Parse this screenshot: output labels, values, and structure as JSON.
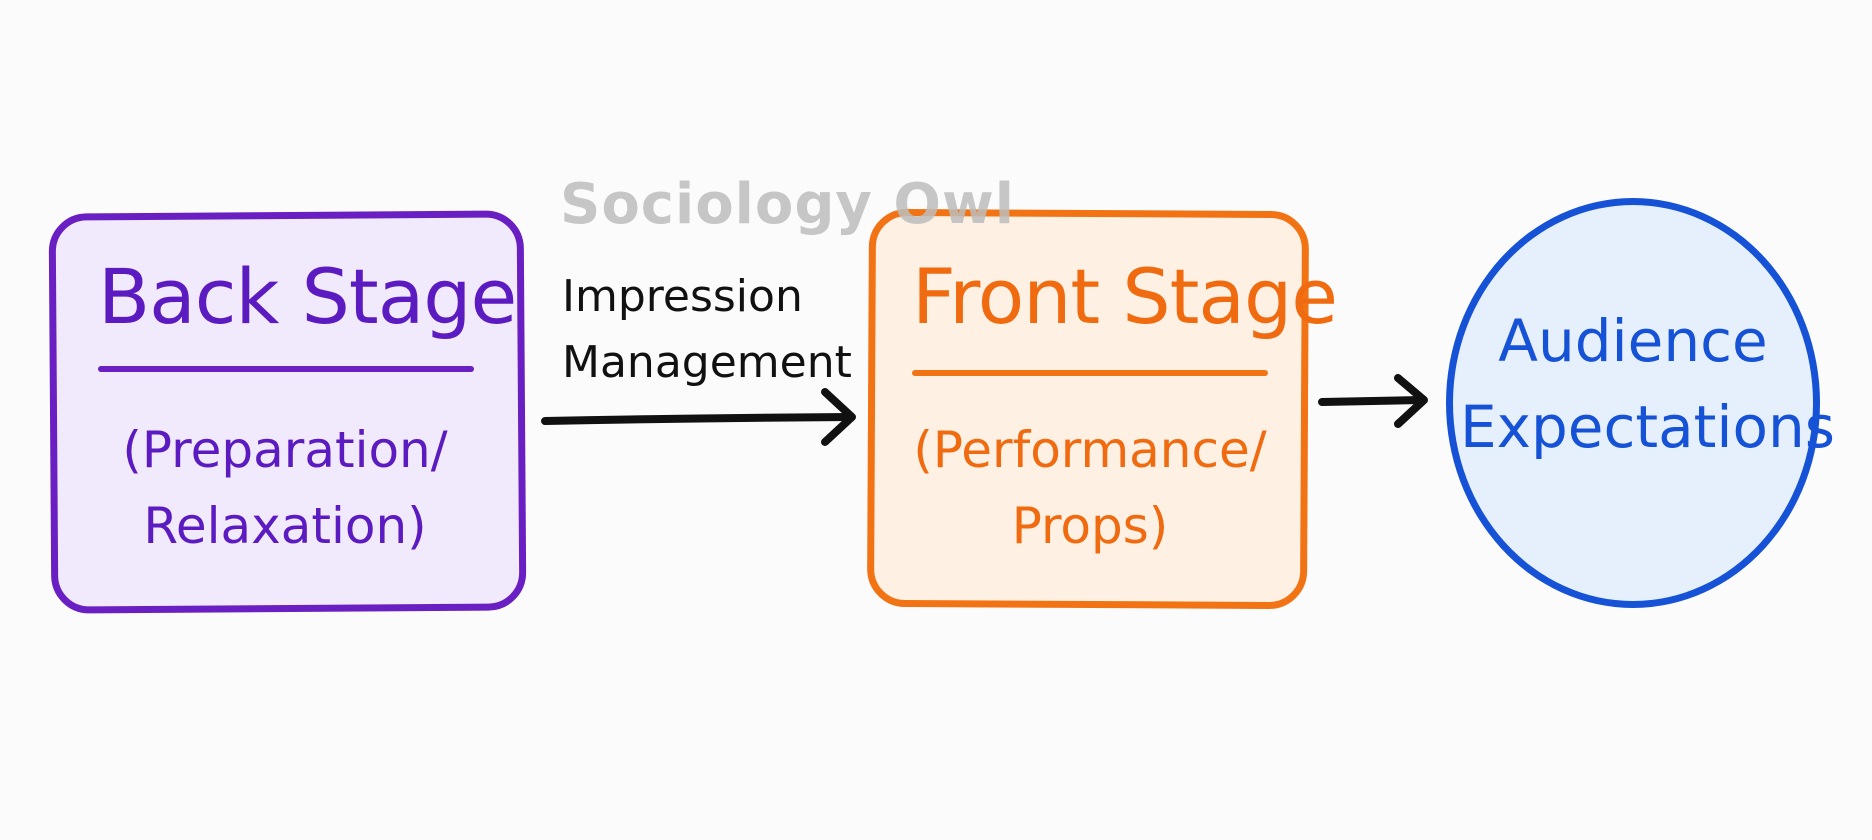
{
  "watermark": "Sociology Owl",
  "nodes": {
    "back_stage": {
      "title": "Back Stage",
      "subtitle": "(Preparation/\nRelaxation)",
      "color": "#6a1fc2",
      "fill": "#f1eafc"
    },
    "front_stage": {
      "title": "Front Stage",
      "subtitle": "(Performance/\nProps)",
      "color": "#f27314",
      "fill": "#fff0e4"
    },
    "audience": {
      "label": "Audience\nExpectations",
      "color": "#1652d6",
      "fill": "#e6f0fc"
    }
  },
  "edges": [
    {
      "from": "back_stage",
      "to": "front_stage",
      "label": "Impression\nManagement"
    },
    {
      "from": "front_stage",
      "to": "audience",
      "label": ""
    }
  ]
}
